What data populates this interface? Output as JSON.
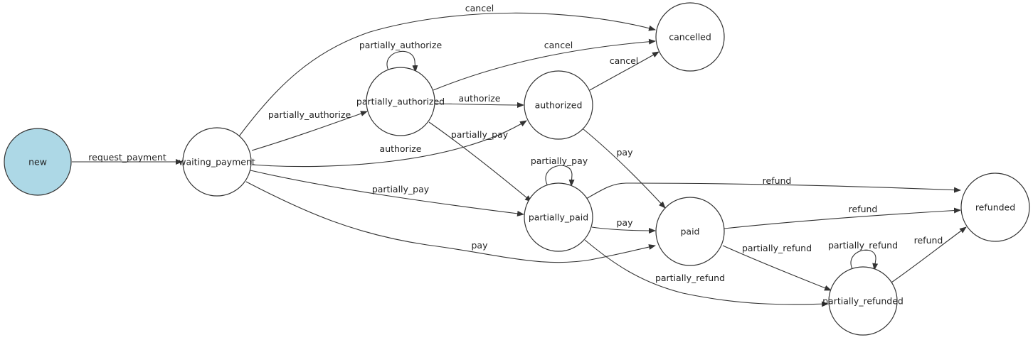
{
  "colors": {
    "initial_fill": "#add8e6",
    "state_fill": "#ffffff",
    "stroke": "#333333"
  },
  "states": {
    "new": "new",
    "waiting_payment": "waiting_payment",
    "partially_authorized": "partially_authorized",
    "authorized": "authorized",
    "cancelled": "cancelled",
    "partially_paid": "partially_paid",
    "paid": "paid",
    "refunded": "refunded",
    "partially_refunded": "partially_refunded"
  },
  "transitions": [
    {
      "from": "new",
      "to": "waiting_payment",
      "label": "request_payment"
    },
    {
      "from": "waiting_payment",
      "to": "cancelled",
      "label": "cancel"
    },
    {
      "from": "partially_authorized",
      "to": "partially_authorized",
      "label": "partially_authorize"
    },
    {
      "from": "partially_authorized",
      "to": "cancelled",
      "label": "cancel"
    },
    {
      "from": "authorized",
      "to": "cancelled",
      "label": "cancel"
    },
    {
      "from": "partially_authorized",
      "to": "authorized",
      "label": "authorize"
    },
    {
      "from": "waiting_payment",
      "to": "partially_authorized",
      "label": "partially_authorize"
    },
    {
      "from": "partially_authorized",
      "to": "partially_paid",
      "label": "partially_pay"
    },
    {
      "from": "waiting_payment",
      "to": "authorized",
      "label": "authorize"
    },
    {
      "from": "authorized",
      "to": "paid",
      "label": "pay"
    },
    {
      "from": "partially_paid",
      "to": "partially_paid",
      "label": "partially_pay"
    },
    {
      "from": "partially_paid",
      "to": "refunded",
      "label": "refund"
    },
    {
      "from": "waiting_payment",
      "to": "partially_paid",
      "label": "partially_pay"
    },
    {
      "from": "paid",
      "to": "refunded",
      "label": "refund"
    },
    {
      "from": "partially_paid",
      "to": "paid",
      "label": "pay"
    },
    {
      "from": "waiting_payment",
      "to": "paid",
      "label": "pay"
    },
    {
      "from": "paid",
      "to": "partially_refunded",
      "label": "partially_refund"
    },
    {
      "from": "partially_refunded",
      "to": "partially_refunded",
      "label": "partially_refund"
    },
    {
      "from": "partially_refunded",
      "to": "refunded",
      "label": "refund"
    },
    {
      "from": "partially_paid",
      "to": "partially_refunded",
      "label": "partially_refund"
    }
  ]
}
